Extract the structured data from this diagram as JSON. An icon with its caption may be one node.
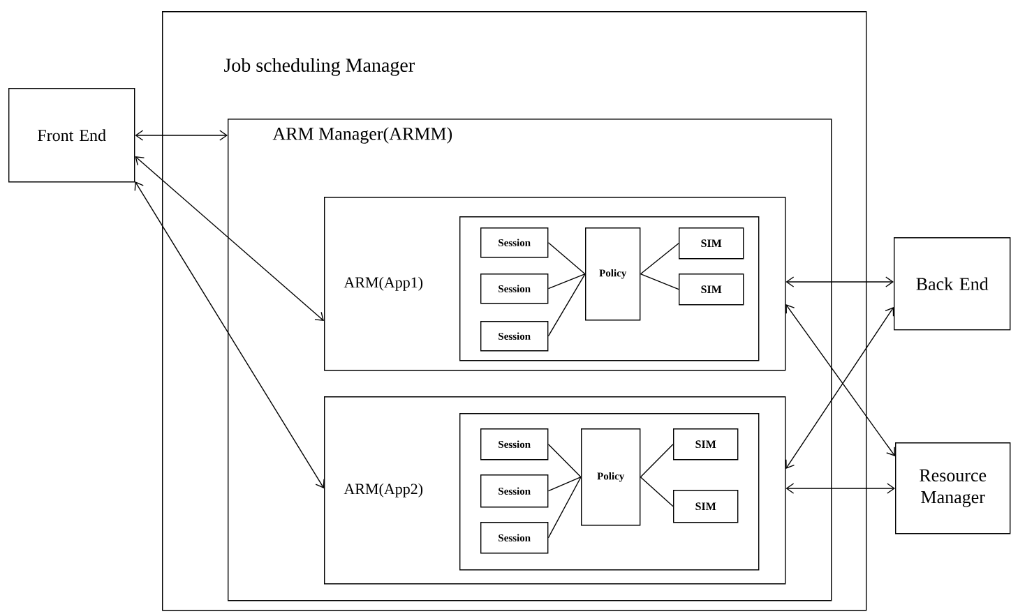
{
  "diagram": {
    "nodes": [
      {
        "text": [
          "Front End"
        ]
      },
      {
        "text": [
          "Job scheduling Manager"
        ]
      },
      {
        "text": [
          "ARM Manager(ARMM)"
        ],
        "in": 1
      },
      {
        "text": [
          "ARM(App1)"
        ],
        "in": 2
      },
      {
        "text": [],
        "shape": "box",
        "in": 3
      },
      {
        "text": [
          "Session"
        ],
        "in": 4
      },
      {
        "text": [
          "Session"
        ],
        "in": 4
      },
      {
        "text": [
          "Session"
        ],
        "in": 4
      },
      {
        "text": [
          "Policy"
        ],
        "in": 4
      },
      {
        "text": [
          "SIM"
        ],
        "in": 4
      },
      {
        "text": [
          "SIM"
        ],
        "in": 4
      },
      {
        "text": [
          "ARM(App2)"
        ],
        "in": 2
      },
      {
        "text": [],
        "shape": "box",
        "in": 11
      },
      {
        "text": [
          "Session"
        ],
        "in": 12
      },
      {
        "text": [
          "Session"
        ],
        "in": 12
      },
      {
        "text": [
          "Session"
        ],
        "in": 12
      },
      {
        "text": [
          "Policy"
        ],
        "in": 12
      },
      {
        "text": [
          "SIM"
        ],
        "in": 12
      },
      {
        "text": [
          "SIM"
        ],
        "in": 12
      },
      {
        "text": [
          "Back End"
        ]
      },
      {
        "text": [
          "Resource Manager"
        ]
      }
    ],
    "edges": [
      {
        "from": 0,
        "to": 2,
        "arrow": "both"
      },
      {
        "from": 0,
        "to": 3,
        "arrow": "both"
      },
      {
        "from": 0,
        "to": 11,
        "arrow": "both"
      },
      {
        "from": 3,
        "to": 19,
        "arrow": "both"
      },
      {
        "from": 3,
        "to": 20,
        "arrow": "both"
      },
      {
        "from": 11,
        "to": 19,
        "arrow": "both"
      },
      {
        "from": 11,
        "to": 20,
        "arrow": "both"
      },
      {
        "from": 5,
        "to": 8,
        "arrow": "none"
      },
      {
        "from": 6,
        "to": 8,
        "arrow": "none"
      },
      {
        "from": 7,
        "to": 8,
        "arrow": "none"
      },
      {
        "from": 8,
        "to": 9,
        "arrow": "none"
      },
      {
        "from": 8,
        "to": 10,
        "arrow": "none"
      },
      {
        "from": 13,
        "to": 16,
        "arrow": "none"
      },
      {
        "from": 14,
        "to": 16,
        "arrow": "none"
      },
      {
        "from": 15,
        "to": 16,
        "arrow": "none"
      },
      {
        "from": 16,
        "to": 17,
        "arrow": "none"
      },
      {
        "from": 16,
        "to": 18,
        "arrow": "none"
      }
    ]
  }
}
